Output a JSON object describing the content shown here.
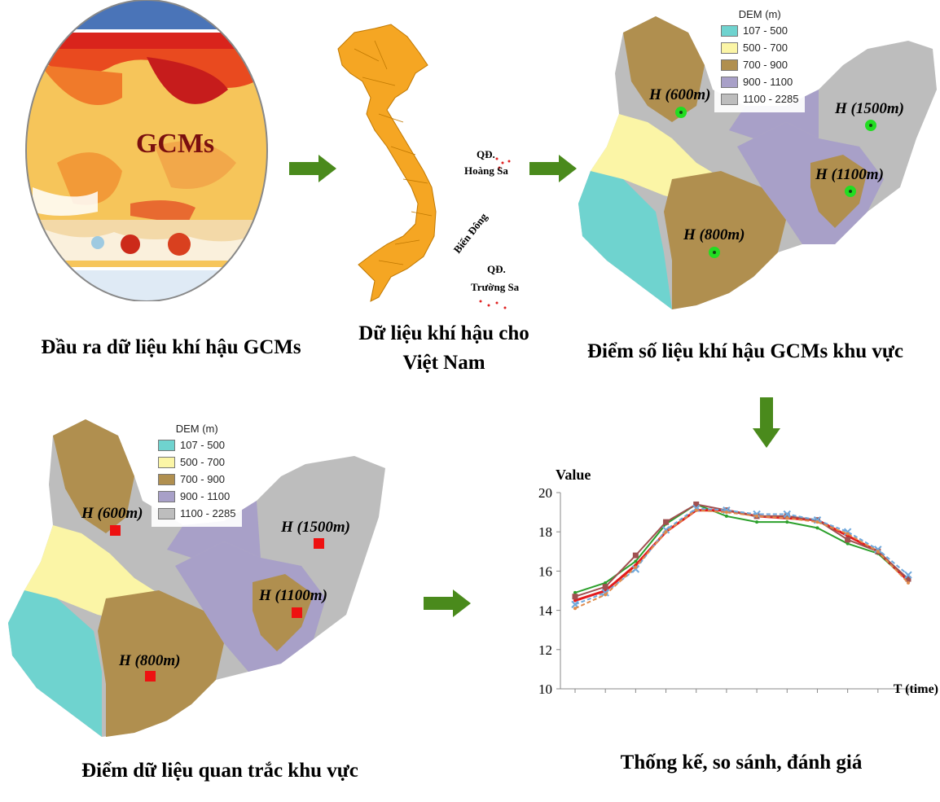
{
  "captions": {
    "gcm_output": "Đầu ra dữ liệu khí hậu GCMs",
    "vn_data_line1": "Dữ liệu khí hậu cho",
    "vn_data_line2": "Việt Nam",
    "gcm_points": "Điểm số liệu khí hậu GCMs khu vực",
    "observed_points": "Điểm dữ liệu quan trắc khu vực",
    "statistics": "Thống kế, so sánh, đánh giá"
  },
  "globe": {
    "label": "GCMs"
  },
  "vietnam_map": {
    "paracel": "QĐ.",
    "paracel_name": "Hoàng Sa",
    "spratly": "QĐ.",
    "spratly_name": "Trường Sa",
    "east_sea": "Biển Đông",
    "land_color": "#f5a623"
  },
  "dem_legend": {
    "title": "DEM (m)",
    "classes": [
      {
        "label": "107 - 500",
        "color": "#6fd3cf"
      },
      {
        "label": "500 - 700",
        "color": "#fbf5a6"
      },
      {
        "label": "700 - 900",
        "color": "#b08f4f"
      },
      {
        "label": "900 - 1100",
        "color": "#a8a0c8"
      },
      {
        "label": "1100 - 2285",
        "color": "#bdbdbd"
      }
    ]
  },
  "stations": [
    {
      "label": "H (600m)"
    },
    {
      "label": "H (1500m)"
    },
    {
      "label": "H (1100m)"
    },
    {
      "label": "H (800m)"
    }
  ],
  "marker_colors": {
    "gcm_point": "#22dd22",
    "observed_point": "#ee1111",
    "arrow": "#4a8a1c"
  },
  "chart_data": {
    "type": "line",
    "ylabel": "Value",
    "xlabel": "T (time)",
    "ylim": [
      10,
      20
    ],
    "yticks": [
      10,
      12,
      14,
      16,
      18,
      20
    ],
    "x": [
      1,
      2,
      3,
      4,
      5,
      6,
      7,
      8,
      9,
      10,
      11,
      12
    ],
    "series": [
      {
        "color": "#2ca02c",
        "values": [
          14.9,
          15.4,
          16.5,
          18.4,
          19.4,
          18.8,
          18.5,
          18.5,
          18.2,
          17.4,
          16.9,
          15.5
        ]
      },
      {
        "color": "#e31a1c",
        "values": [
          14.5,
          15.0,
          16.3,
          18.0,
          19.1,
          19.1,
          18.8,
          18.7,
          18.6,
          17.8,
          17.0,
          15.5
        ]
      },
      {
        "color": "#a05050",
        "values": [
          14.7,
          15.2,
          16.8,
          18.5,
          19.4,
          19.1,
          18.8,
          18.8,
          18.6,
          17.6,
          17.0,
          15.6
        ]
      },
      {
        "color": "#6fa8dc",
        "values": [
          14.3,
          14.9,
          16.1,
          18.1,
          19.2,
          19.1,
          18.9,
          18.9,
          18.6,
          18.0,
          17.1,
          15.8
        ]
      },
      {
        "color": "#e08a4a",
        "values": [
          14.1,
          14.8,
          16.2,
          18.0,
          19.1,
          19.0,
          18.8,
          18.7,
          18.5,
          17.9,
          17.0,
          15.4
        ]
      }
    ]
  }
}
